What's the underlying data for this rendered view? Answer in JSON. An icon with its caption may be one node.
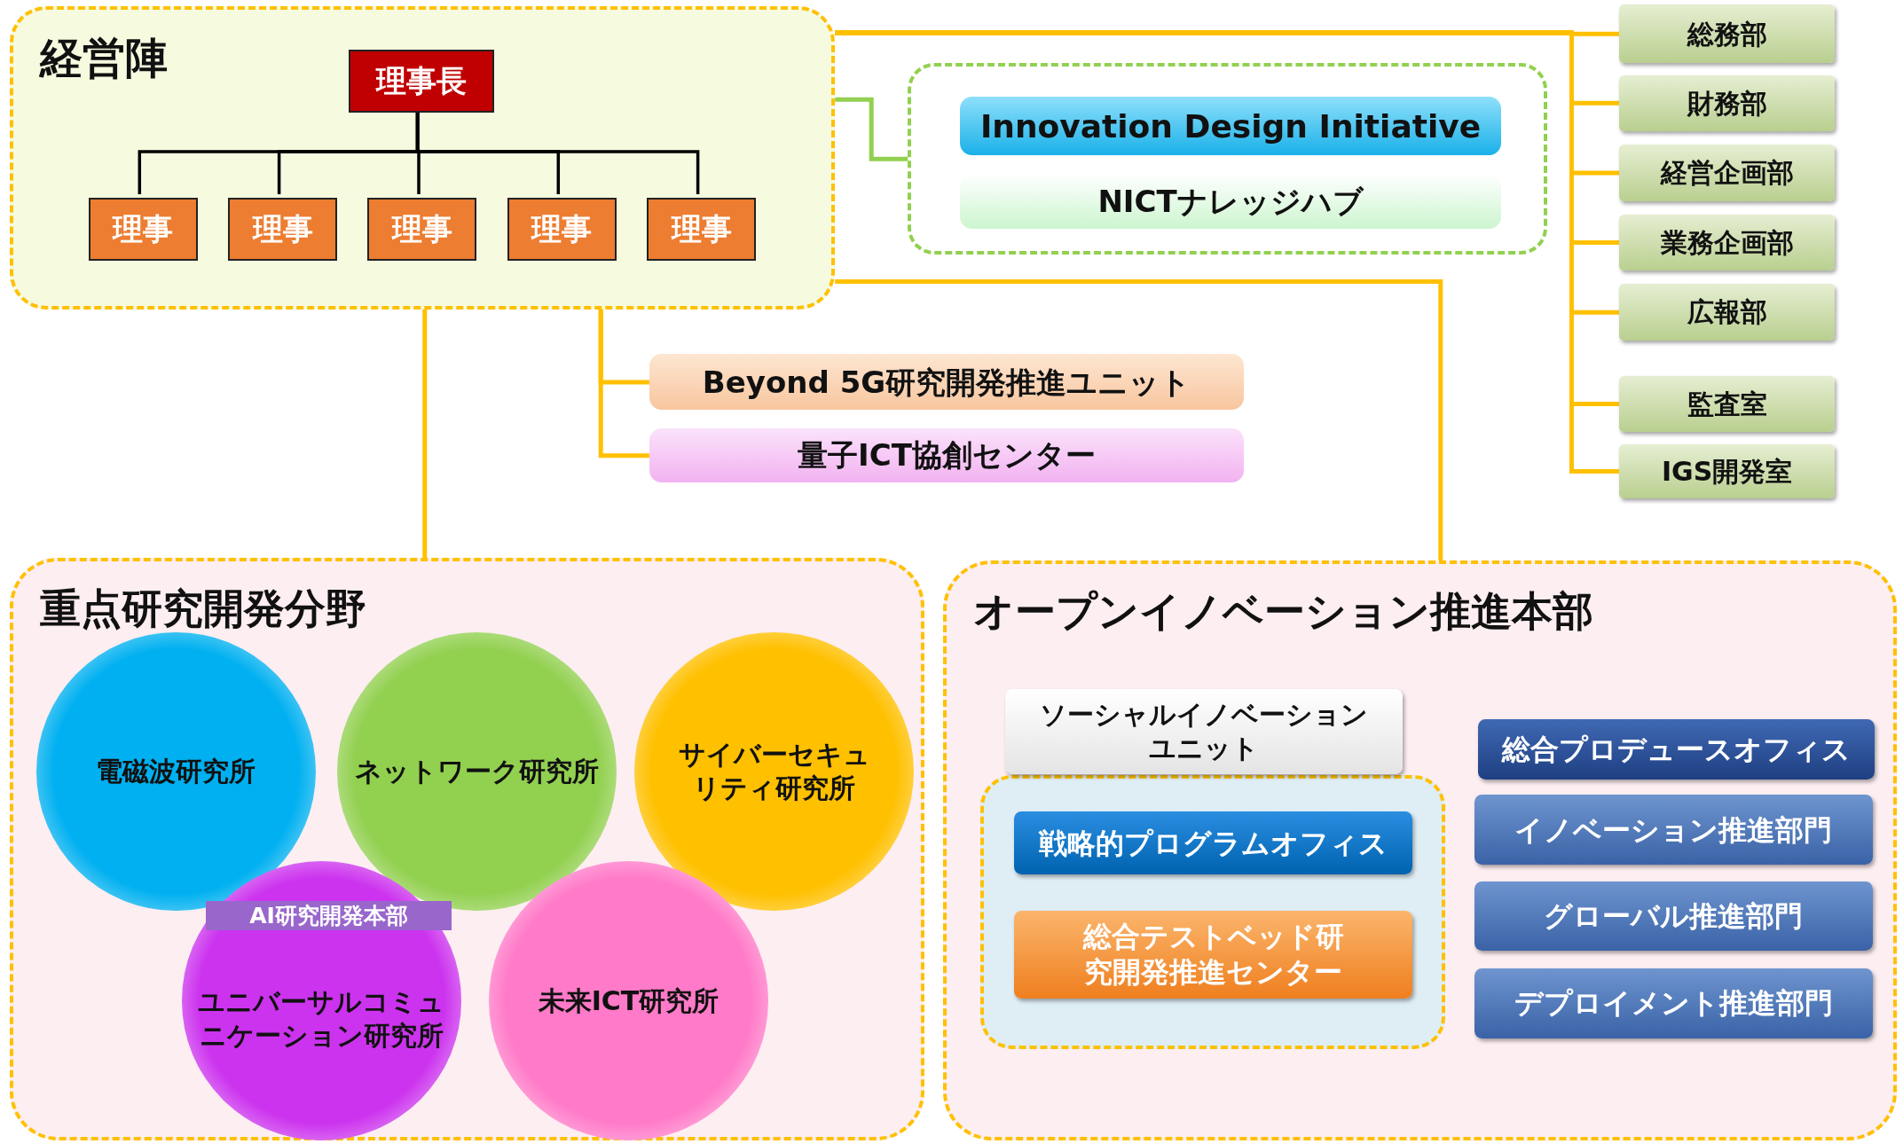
{
  "diagram": {
    "nodes": [
      {
        "text": [
          "経営陣"
        ]
      },
      {
        "text": [
          "理事長"
        ],
        "in": 0
      },
      {
        "text": [
          "理事"
        ],
        "in": 0
      },
      {
        "text": [
          "理事"
        ],
        "in": 0
      },
      {
        "text": [
          "理事"
        ],
        "in": 0
      },
      {
        "text": [
          "理事"
        ],
        "in": 0
      },
      {
        "text": [
          "理事"
        ],
        "in": 0
      },
      {
        "text": [],
        "shape": "box"
      },
      {
        "text": [
          "Innovation Design Initiative"
        ],
        "in": 7
      },
      {
        "text": [
          "NICTナレッジハブ"
        ],
        "in": 7
      },
      {
        "text": [
          "Beyond 5G研究開発推進ユニット"
        ]
      },
      {
        "text": [
          "量子ICT協創センター"
        ]
      },
      {
        "text": [
          "総務部"
        ]
      },
      {
        "text": [
          "財務部"
        ]
      },
      {
        "text": [
          "経営企画部"
        ]
      },
      {
        "text": [
          "業務企画部"
        ]
      },
      {
        "text": [
          "広報部"
        ]
      },
      {
        "text": [
          "監査室"
        ]
      },
      {
        "text": [
          "IGS開発室"
        ]
      },
      {
        "text": [
          "重点研究開発分野"
        ]
      },
      {
        "text": [
          "電磁波研究所"
        ],
        "in": 19
      },
      {
        "text": [
          "ネットワーク研究所"
        ],
        "in": 19
      },
      {
        "text": [
          "サイバーセキュリティ研究所"
        ],
        "in": 19
      },
      {
        "text": [
          "ユニバーサルコミュニケーション研究所"
        ],
        "in": 19
      },
      {
        "text": [
          "AI研究開発本部"
        ],
        "in": 23
      },
      {
        "text": [
          "未来ICT研究所"
        ],
        "in": 19
      },
      {
        "text": [
          "オープンイノベーション推進本部"
        ]
      },
      {
        "text": [
          "ソーシャルイノベーションユニット"
        ],
        "in": 26
      },
      {
        "text": [],
        "shape": "box",
        "in": 26
      },
      {
        "text": [
          "戦略的プログラムオフィス"
        ],
        "in": 28
      },
      {
        "text": [
          "総合テストベッド研究開発推進センター"
        ],
        "in": 28
      },
      {
        "text": [
          "総合プロデュースオフィス"
        ],
        "in": 26
      },
      {
        "text": [
          "イノベーション推進部門"
        ],
        "in": 26
      },
      {
        "text": [
          "グローバル推進部門"
        ],
        "in": 26
      },
      {
        "text": [
          "デプロイメント推進部門"
        ],
        "in": 26
      }
    ],
    "edges": [
      {
        "from": 1,
        "to": 2,
        "arrow": "none",
        "color": "#000000"
      },
      {
        "from": 1,
        "to": 3,
        "arrow": "none",
        "color": "#000000"
      },
      {
        "from": 1,
        "to": 4,
        "arrow": "none",
        "color": "#000000"
      },
      {
        "from": 1,
        "to": 5,
        "arrow": "none",
        "color": "#000000"
      },
      {
        "from": 1,
        "to": 6,
        "arrow": "none",
        "color": "#000000"
      },
      {
        "from": 0,
        "to": 7,
        "arrow": "none",
        "color": "#92d050"
      },
      {
        "from": 0,
        "to": 12,
        "arrow": "none"
      },
      {
        "from": 0,
        "to": 13,
        "arrow": "none"
      },
      {
        "from": 0,
        "to": 14,
        "arrow": "none"
      },
      {
        "from": 0,
        "to": 15,
        "arrow": "none"
      },
      {
        "from": 0,
        "to": 16,
        "arrow": "none"
      },
      {
        "from": 0,
        "to": 17,
        "arrow": "none"
      },
      {
        "from": 0,
        "to": 18,
        "arrow": "none"
      },
      {
        "from": 0,
        "to": 10,
        "arrow": "none"
      },
      {
        "from": 0,
        "to": 11,
        "arrow": "none"
      },
      {
        "from": 0,
        "to": 19,
        "arrow": "none"
      },
      {
        "from": 0,
        "to": 26,
        "arrow": "none"
      }
    ]
  }
}
